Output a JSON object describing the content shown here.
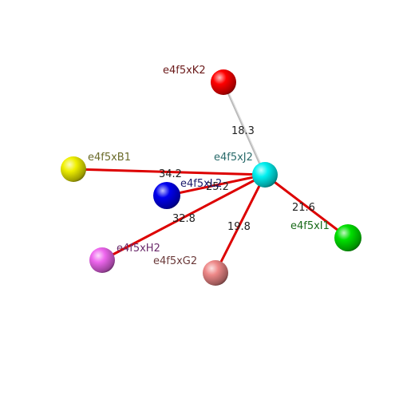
{
  "atoms": [
    {
      "id": "K2",
      "label": "e4f5xK2",
      "color": "#ff0000",
      "label_color": "#6b1a1a"
    },
    {
      "id": "B1",
      "label": "e4f5xB1",
      "color": "#f0f000",
      "label_color": "#6b6b2a"
    },
    {
      "id": "J2",
      "label": "e4f5xJ2",
      "color": "#00f0f0",
      "label_color": "#2a6b6b"
    },
    {
      "id": "L2",
      "label": "e4f5xL2",
      "color": "#0000ee",
      "label_color": "#1a1a6b"
    },
    {
      "id": "H2",
      "label": "e4f5xH2",
      "color": "#ee66ee",
      "label_color": "#6b2a6b"
    },
    {
      "id": "G2",
      "label": "e4f5xG2",
      "color": "#ee8888",
      "label_color": "#6b3a3a"
    },
    {
      "id": "I1",
      "label": "e4f5xI1",
      "color": "#00e000",
      "label_color": "#1a6b1a"
    }
  ],
  "bonds": [
    {
      "from": "J2",
      "to": "K2",
      "distance": "18.3",
      "color": "#bbbbbb"
    },
    {
      "from": "J2",
      "to": "B1",
      "distance": "34.2",
      "color": "#dd0000"
    },
    {
      "from": "J2",
      "to": "L2",
      "distance": "25.2",
      "color": "#dd0000"
    },
    {
      "from": "J2",
      "to": "H2",
      "distance": "32.8",
      "color": "#dd0000"
    },
    {
      "from": "J2",
      "to": "G2",
      "distance": "19.8",
      "color": "#dd0000"
    },
    {
      "from": "J2",
      "to": "I1",
      "distance": "21.6",
      "color": "#dd0000"
    }
  ]
}
